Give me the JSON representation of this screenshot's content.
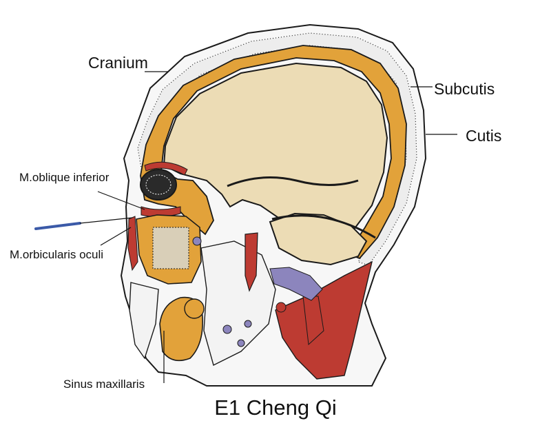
{
  "labels": {
    "cranium": "Cranium",
    "subcutis": "Subcutis",
    "cutis": "Cutis",
    "m_oblique_inferior": "M.oblique inferior",
    "m_orbicularis_oculi": "M.orbicularis oculi",
    "sinus_maxillaris": "Sinus maxillaris"
  },
  "caption": "E1 Cheng Qi",
  "colors": {
    "bone": "#e2a23a",
    "brain": "#ecdcb5",
    "muscle": "#bd3b32",
    "vessel": "#8c85bd",
    "needle": "#3b5aa8",
    "outline": "#1a1a1a"
  }
}
